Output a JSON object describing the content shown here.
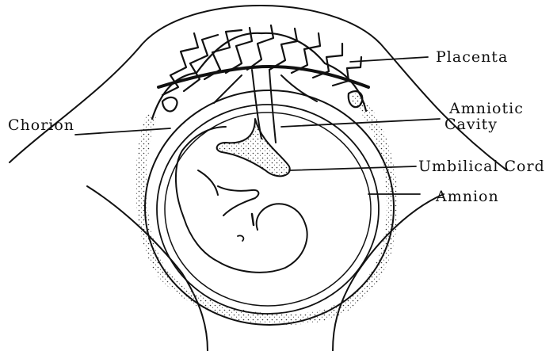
{
  "labels": {
    "placenta": "Placenta",
    "chorion": "Chorion",
    "amniotic_line1": "Amniotic",
    "amniotic_line2": "Cavity",
    "umbilical_cord": "Umbilical  Cord",
    "amnion": "Amnion"
  },
  "colors": {
    "ink": "#111111",
    "background": "#ffffff"
  }
}
